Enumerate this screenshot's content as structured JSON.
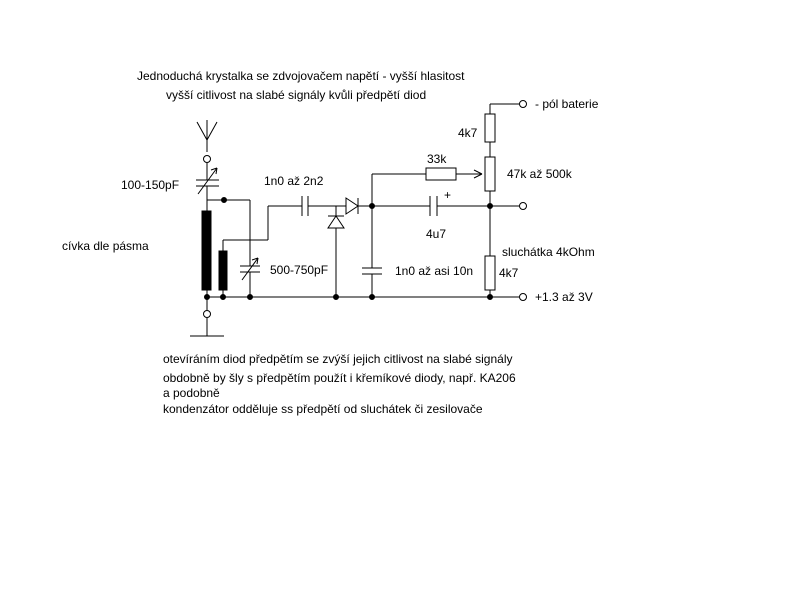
{
  "title_line1": "Jednoduchá krystalka  se zdvojovačem napětí - vyšší hlasitost",
  "title_line2": "vyšší citlivost na slabé signály kvůli předpětí diod",
  "components": {
    "c_tuning": "100-150pF",
    "coil": "cívka dle pásma",
    "c_coupling": "1n0 až 2n2",
    "c_trimmer": "500-750pF",
    "c_filter": "1n0 až asi 10n",
    "r_series": "33k",
    "r_top": "4k7",
    "pot": "47k až 500k",
    "c_output": "4u7",
    "c_output_polarity": "+",
    "headphones": "sluchátka 4kOhm",
    "r_bottom": "4k7"
  },
  "terminals": {
    "battery_neg": "-  pól baterie",
    "battery_pos": "+1.3 až 3V"
  },
  "notes": [
    "otevíráním diod předpětím se zvýší jejich citlivost na slabé signály",
    "obdobně by šly s předpětím použít i křemíkové diody, např. KA206",
    "a podobně",
    "kondenzátor odděluje ss předpětí od sluchátek či zesilovače"
  ]
}
